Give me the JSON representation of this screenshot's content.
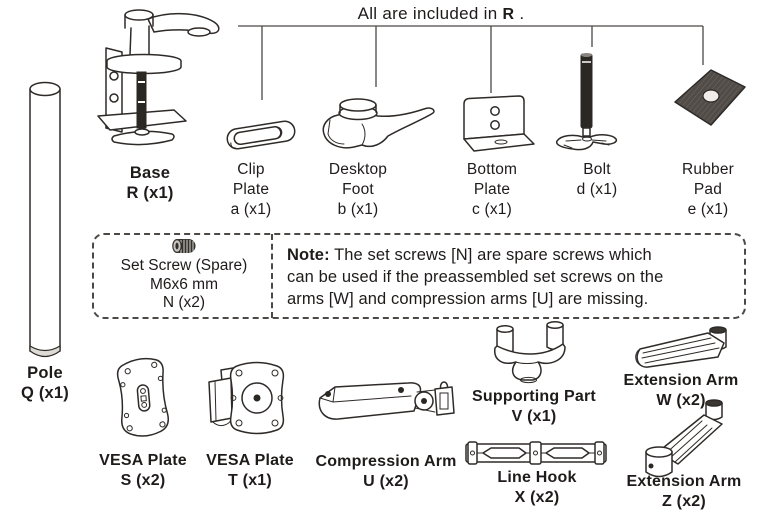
{
  "ink_color": "#231f20",
  "dark_fill_color": "#2b2723",
  "title": {
    "prefix": "All are included in",
    "part": "R",
    "suffix": " ."
  },
  "labels": {
    "base": [
      "Base",
      "R (x1)"
    ],
    "clip_plate": [
      "Clip",
      "Plate",
      "a (x1)"
    ],
    "desktop_foot": [
      "Desktop",
      "Foot",
      "b (x1)"
    ],
    "bottom_plate": [
      "Bottom",
      "Plate",
      "c (x1)"
    ],
    "bolt": [
      "Bolt",
      "d (x1)"
    ],
    "rubber_pad": [
      "Rubber",
      "Pad",
      "e (x1)"
    ],
    "pole": [
      "Pole",
      "Q (x1)"
    ],
    "vesa_plate_s": [
      "VESA Plate",
      "S (x2)"
    ],
    "vesa_plate_t": [
      "VESA Plate",
      "T (x1)"
    ],
    "compression_arm": [
      "Compression Arm",
      "U (x2)"
    ],
    "supporting_part": [
      "Supporting Part",
      "V (x1)"
    ],
    "line_hook": [
      "Line Hook",
      "X (x2)"
    ],
    "extension_arm_w": [
      "Extension Arm",
      "W (x2)"
    ],
    "extension_arm_z": [
      "Extension Arm",
      "Z (x2)"
    ]
  },
  "set_screw": {
    "name": "Set Screw (Spare)",
    "size": "M6x6 mm",
    "code": "N (x2)"
  },
  "note": {
    "label": "Note:",
    "line1": "The set screws [N] are spare screws which",
    "line2": "can be used if the preassembled set screws on the",
    "line3": "arms [W] and compression arms [U] are missing."
  }
}
